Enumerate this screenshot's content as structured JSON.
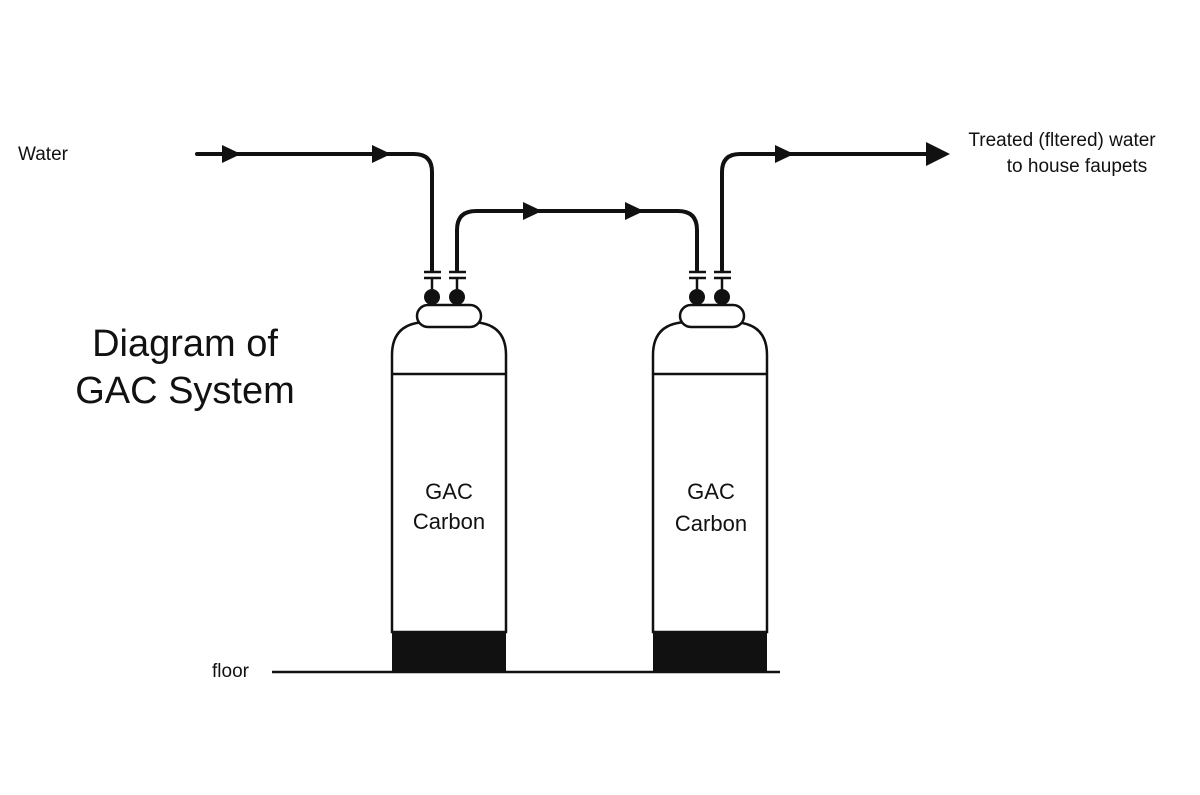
{
  "title": {
    "line1": "Diagram of",
    "line2": "GAC System"
  },
  "labels": {
    "inlet": "Water",
    "outlet_line1": "Treated (fltered) water",
    "outlet_line2": "to house faupets",
    "floor": "floor"
  },
  "tanks": [
    {
      "line1": "GAC",
      "line2": "Carbon"
    },
    {
      "line1": "GAC",
      "line2": "Carbon"
    }
  ]
}
